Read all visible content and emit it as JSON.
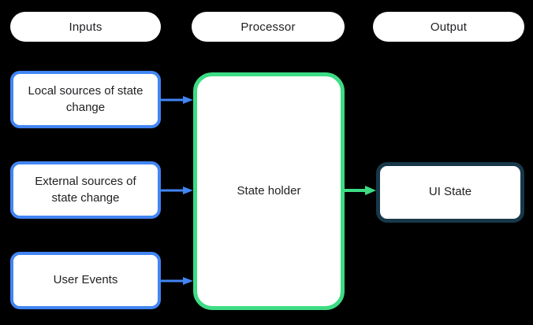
{
  "diagram": {
    "title_hint": "Unidirectional data flow: inputs to processor to output",
    "column_headers": [
      {
        "id": "inputs",
        "label": "Inputs"
      },
      {
        "id": "processor",
        "label": "Processor"
      },
      {
        "id": "output",
        "label": "Output"
      }
    ],
    "input_nodes": [
      {
        "label": "Local sources of state change"
      },
      {
        "label": "External sources of state change"
      },
      {
        "label": "User Events"
      }
    ],
    "processor_node": {
      "label": "State holder"
    },
    "output_node": {
      "label": "UI State"
    },
    "arrows": [
      {
        "from": "Local sources of state change",
        "to": "State holder",
        "color": "blue"
      },
      {
        "from": "External sources of state change",
        "to": "State holder",
        "color": "blue"
      },
      {
        "from": "User Events",
        "to": "State holder",
        "color": "blue"
      },
      {
        "from": "State holder",
        "to": "UI State",
        "color": "green"
      }
    ]
  },
  "colors": {
    "background": "#000000",
    "node_background": "#ffffff",
    "text": "#202124",
    "input_border_blue": "#4285f4",
    "processor_border_green": "#3ddc84",
    "output_border_navy": "#17384a",
    "arrow_blue": "#4285f4",
    "arrow_green": "#3ddc84"
  }
}
